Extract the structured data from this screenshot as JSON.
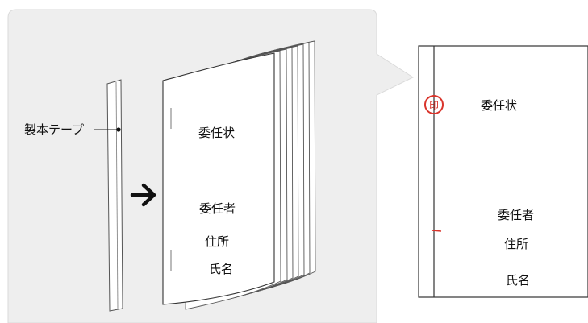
{
  "tape_label": "製本テープ",
  "booklet": {
    "title": "委任状",
    "delegator": "委任者",
    "address": "住所",
    "name": "氏名"
  },
  "zoom": {
    "seal_text": "印",
    "title": "委任状",
    "delegator": "委任者",
    "address": "住所",
    "name": "氏名"
  },
  "colors": {
    "panel": "#eeeeee",
    "seal": "#d9342b"
  }
}
